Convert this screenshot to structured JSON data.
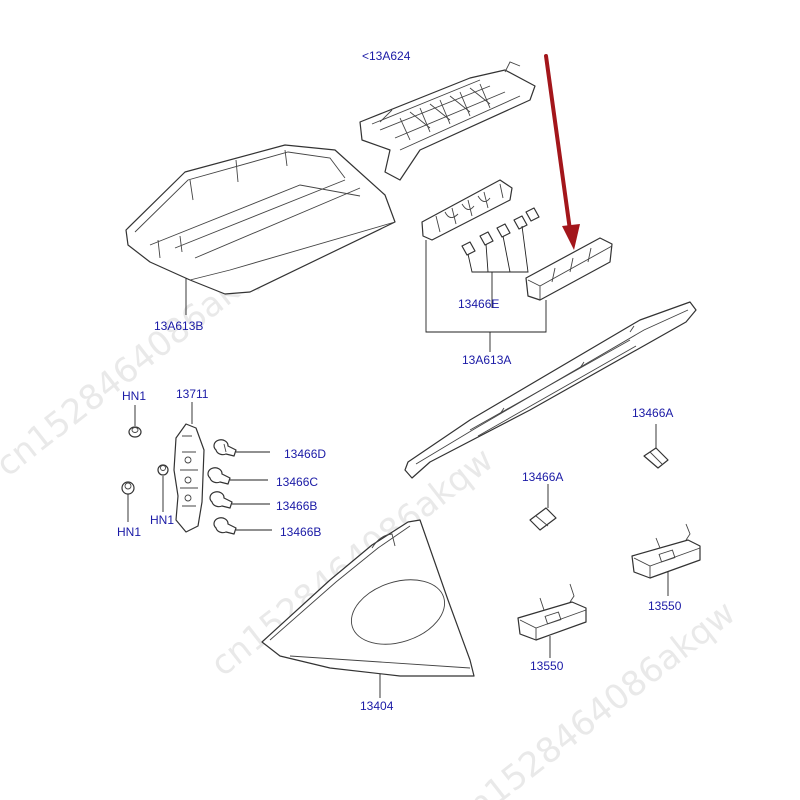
{
  "watermark": "cn1528464086akqw",
  "colors": {
    "label": "#1a1aa6",
    "arrow": "#a3161b",
    "line": "#333333"
  },
  "labels": {
    "p13A624": "<13A624",
    "p13A613B": "13A613B",
    "p13466E": "13466E",
    "p13A613A": "13A613A",
    "hn1_top": "HN1",
    "p13711": "13711",
    "p13466D": "13466D",
    "p13466C": "13466C",
    "p13466B_1": "13466B",
    "p13466B_2": "13466B",
    "hn1_mid": "HN1",
    "hn1_bottom": "HN1",
    "p13466A_right": "13466A",
    "p13466A_mid": "13466A",
    "p13550_right": "13550",
    "p13550_left": "13550",
    "p13404": "13404"
  }
}
